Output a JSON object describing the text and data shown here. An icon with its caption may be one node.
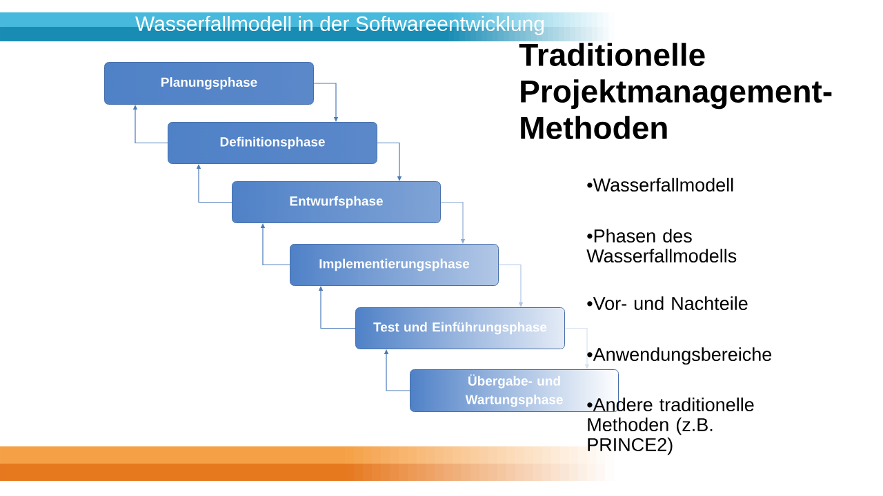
{
  "diagram": {
    "title": "Wasserfallmodell in der Softwareentwicklung",
    "nodes": [
      {
        "text": [
          "Planungsphase"
        ]
      },
      {
        "text": [
          "Definitionsphase"
        ]
      },
      {
        "text": [
          "Entwurfsphase"
        ]
      },
      {
        "text": [
          "Implementierungsphase"
        ]
      },
      {
        "text": [
          "Test und Einführungsphase"
        ]
      },
      {
        "text": [
          "Übergabe- und Wartungsphase"
        ]
      }
    ],
    "edges": [
      {
        "from": 0,
        "to": 1,
        "arrow": "to"
      },
      {
        "from": 1,
        "to": 2,
        "arrow": "to"
      },
      {
        "from": 2,
        "to": 3,
        "arrow": "to",
        "color": "#8eaad3"
      },
      {
        "from": 3,
        "to": 4,
        "arrow": "to",
        "color": "#aec4e4"
      },
      {
        "from": 4,
        "to": 5,
        "arrow": "to",
        "color": "#d6e1f1"
      },
      {
        "from": 1,
        "to": 0,
        "arrow": "to"
      },
      {
        "from": 2,
        "to": 1,
        "arrow": "to"
      },
      {
        "from": 3,
        "to": 2,
        "arrow": "to"
      },
      {
        "from": 4,
        "to": 3,
        "arrow": "to"
      },
      {
        "from": 5,
        "to": 4,
        "arrow": "to"
      }
    ],
    "labels": [
      "Traditionelle Projektmanagement-Methoden",
      "•Wasserfallmodell",
      "•Phasen des Wasserfallmodells",
      "•Vor- und Nachteile",
      "•Anwendungsbereiche",
      "•Andere traditionelle Methoden (z.B. PRINCE2)"
    ]
  }
}
